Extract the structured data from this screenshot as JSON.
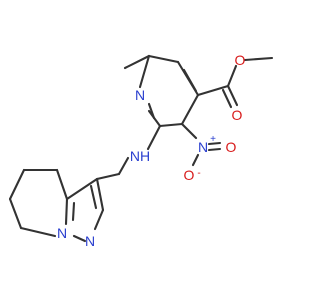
{
  "molecule": {
    "atoms": {
      "ring_nitrogen": "N",
      "amine_nh": "NH",
      "nitro_n": "N",
      "nitro_plus": "+",
      "nitro_o_double": "O",
      "nitro_o_single": "O",
      "nitro_minus": "-",
      "ester_o_carbonyl": "O",
      "ester_o_ether": "O",
      "pyrazole_n2": "N",
      "pyrazole_n1": "N"
    },
    "colors": {
      "bond": "#333333",
      "carbon_text": "#333333",
      "nitrogen": "#2a3fcf",
      "oxygen": "#d81b1b"
    }
  }
}
